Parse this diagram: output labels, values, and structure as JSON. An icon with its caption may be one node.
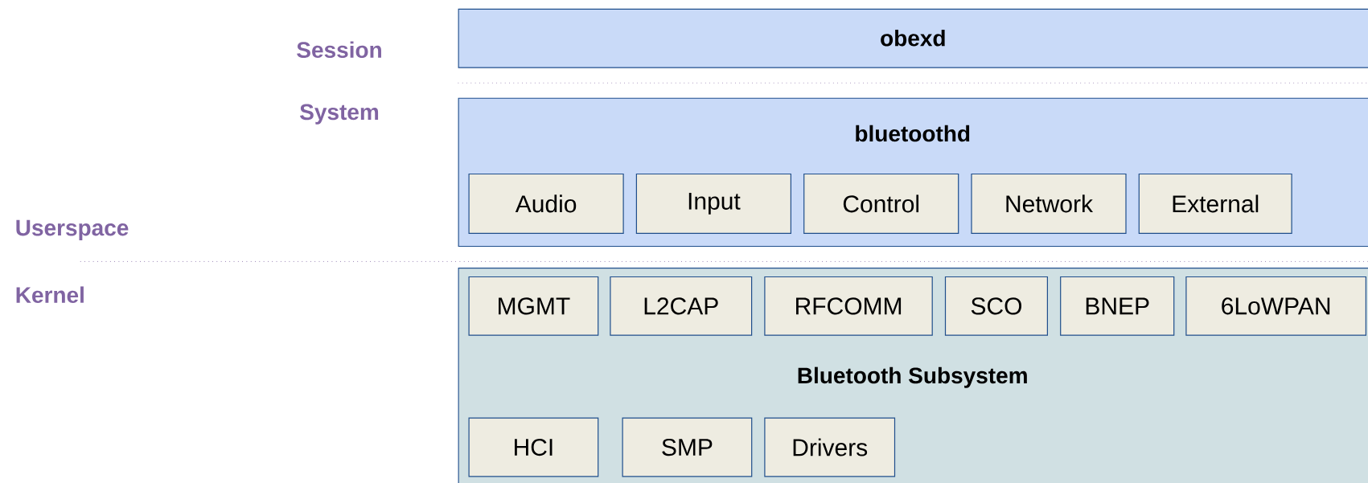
{
  "diagram": {
    "nodes": [
      {
        "text": [
          "obexd"
        ]
      },
      {
        "text": [
          "bluetoothd"
        ]
      },
      {
        "text": [
          "Audio"
        ],
        "in": 1
      },
      {
        "text": [
          "Input"
        ],
        "in": 1
      },
      {
        "text": [
          "Control"
        ],
        "in": 1
      },
      {
        "text": [
          "Network"
        ],
        "in": 1
      },
      {
        "text": [
          "External"
        ],
        "in": 1
      },
      {
        "text": [
          "Bluetooth Subsystem"
        ]
      },
      {
        "text": [
          "MGMT"
        ],
        "in": 7
      },
      {
        "text": [
          "L2CAP"
        ],
        "in": 7
      },
      {
        "text": [
          "RFCOMM"
        ],
        "in": 7
      },
      {
        "text": [
          "SCO"
        ],
        "in": 7
      },
      {
        "text": [
          "BNEP"
        ],
        "in": 7
      },
      {
        "text": [
          "6LoWPAN"
        ],
        "in": 7
      },
      {
        "text": [
          "HCI"
        ],
        "in": 7
      },
      {
        "text": [
          "SMP"
        ],
        "in": 7
      },
      {
        "text": [
          "Drivers"
        ],
        "in": 7
      }
    ],
    "labels": [
      "Session",
      "System",
      "Userspace",
      "Kernel"
    ]
  }
}
